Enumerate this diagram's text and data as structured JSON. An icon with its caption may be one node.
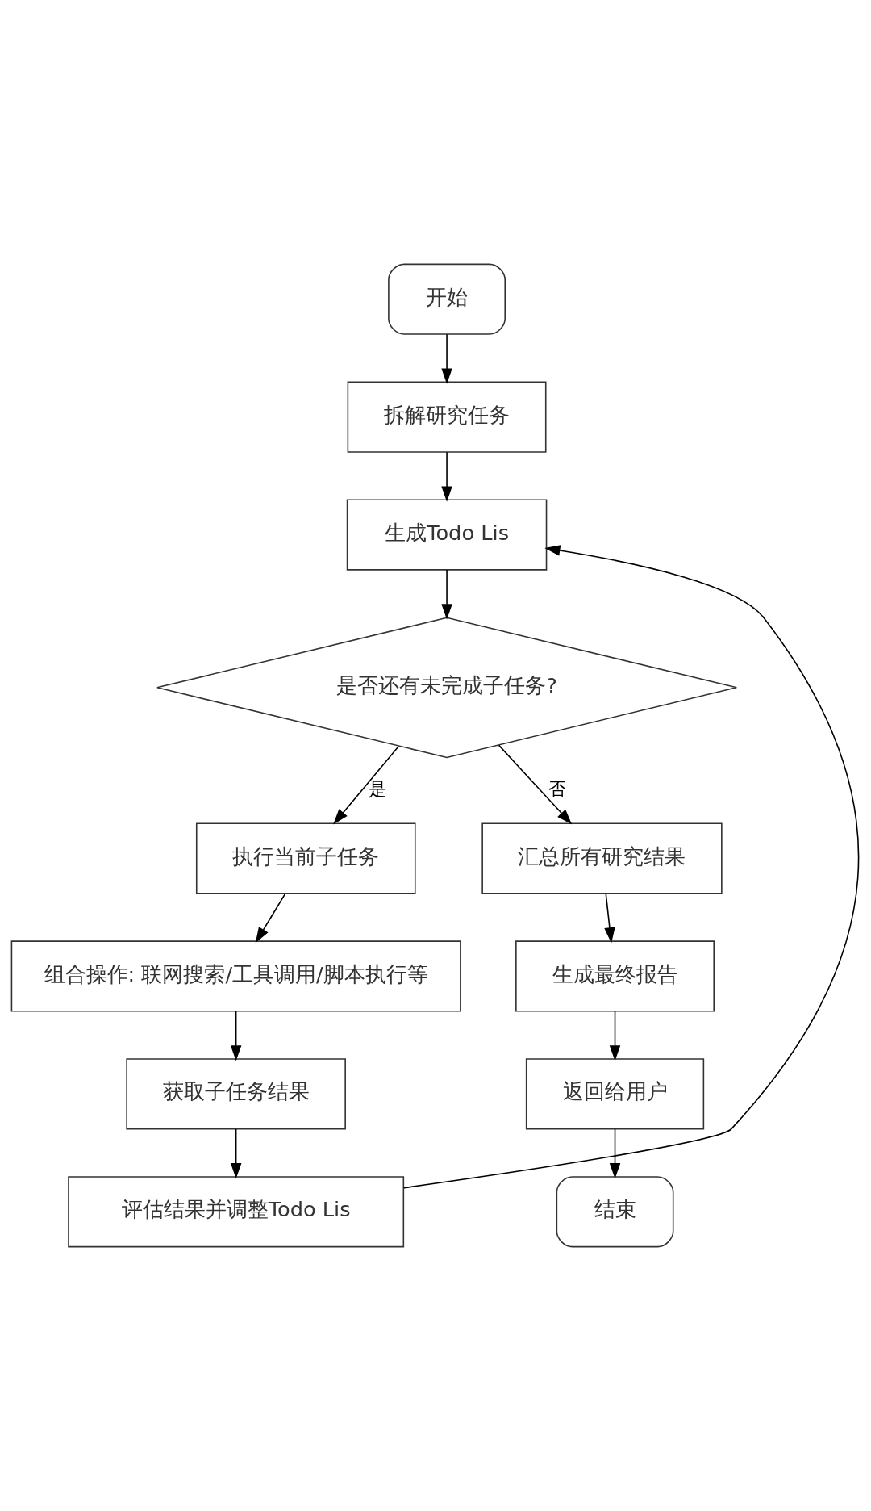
{
  "diagram": {
    "nodes": [
      {
        "text": [
          "开始"
        ]
      },
      {
        "text": [
          "拆解研究任务"
        ]
      },
      {
        "text": [
          "生成Todo Lis"
        ]
      },
      {
        "text": [
          "是否还有未完成子任务?"
        ]
      },
      {
        "text": [
          "执行当前子任务"
        ]
      },
      {
        "text": [
          "组合操作: 联网搜索/工具调用/脚本执行等"
        ]
      },
      {
        "text": [
          "获取子任务结果"
        ]
      },
      {
        "text": [
          "评估结果并调整Todo Lis"
        ]
      },
      {
        "text": [
          "汇总所有研究结果"
        ]
      },
      {
        "text": [
          "生成最终报告"
        ]
      },
      {
        "text": [
          "返回给用户"
        ]
      },
      {
        "text": [
          "结束"
        ]
      }
    ],
    "edges": [
      {
        "from": 0,
        "to": 1,
        "arrow": "to"
      },
      {
        "from": 1,
        "to": 2,
        "arrow": "to"
      },
      {
        "from": 2,
        "to": 3,
        "arrow": "to"
      },
      {
        "from": 3,
        "to": 4,
        "arrow": "to",
        "label": "是"
      },
      {
        "from": 3,
        "to": 8,
        "arrow": "to",
        "label": "否"
      },
      {
        "from": 4,
        "to": 5,
        "arrow": "to"
      },
      {
        "from": 5,
        "to": 6,
        "arrow": "to"
      },
      {
        "from": 6,
        "to": 7,
        "arrow": "to"
      },
      {
        "from": 7,
        "to": 2,
        "arrow": "to"
      },
      {
        "from": 8,
        "to": 9,
        "arrow": "to"
      },
      {
        "from": 9,
        "to": 10,
        "arrow": "to"
      },
      {
        "from": 10,
        "to": 11,
        "arrow": "to"
      }
    ]
  }
}
